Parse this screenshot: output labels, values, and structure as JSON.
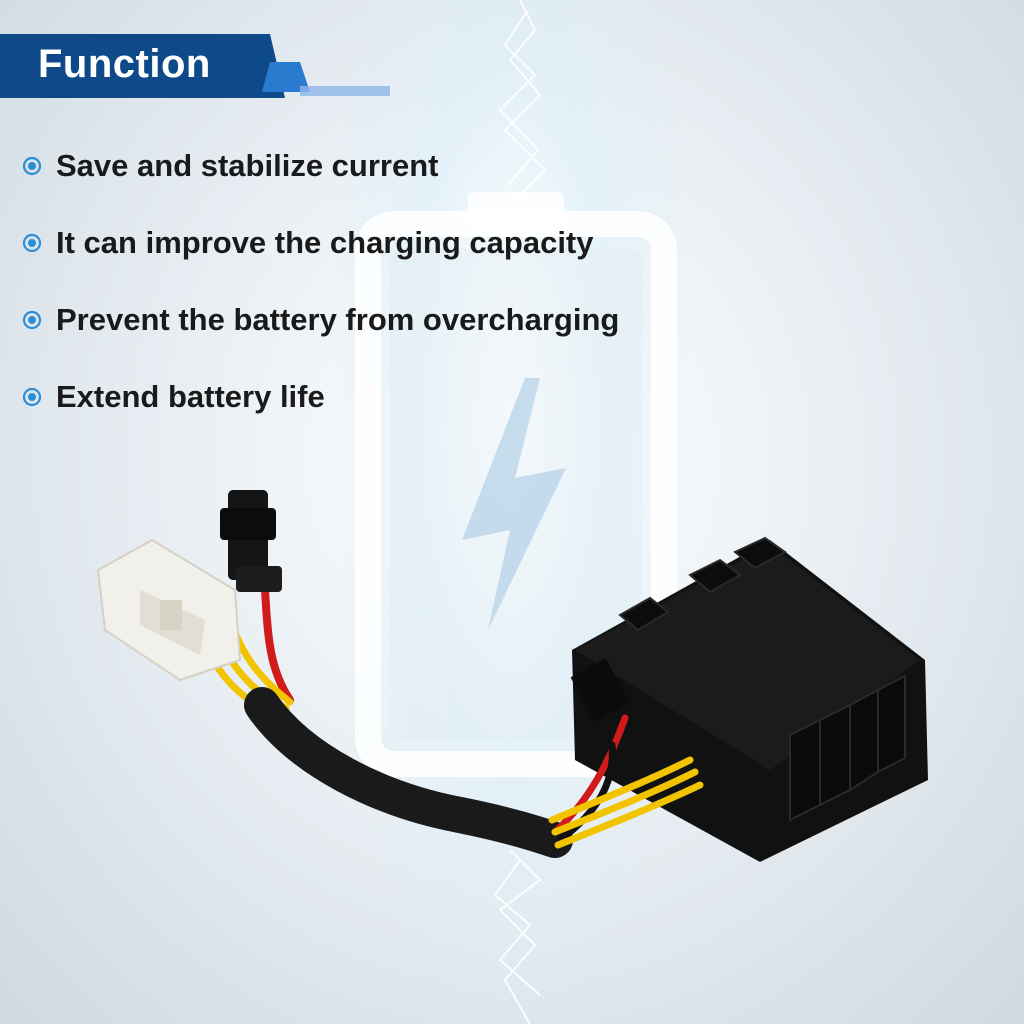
{
  "header": {
    "title": "Function"
  },
  "features": [
    {
      "text": "Save and stabilize current"
    },
    {
      "text": "It can improve the charging capacity"
    },
    {
      "text": "Prevent the battery from overcharging"
    },
    {
      "text": "Extend battery life"
    }
  ],
  "colors": {
    "banner": "#0e4a8a",
    "bullet": "#2a8fd6",
    "regulator_body": "#111111",
    "wire_yellow": "#f2c400",
    "wire_red": "#d11a1a",
    "connector_white": "#f2f0ea"
  },
  "icons": {
    "bullet": "target-bullet-icon",
    "battery": "battery-charging-icon",
    "lightning": "lightning-bolt-icon"
  }
}
